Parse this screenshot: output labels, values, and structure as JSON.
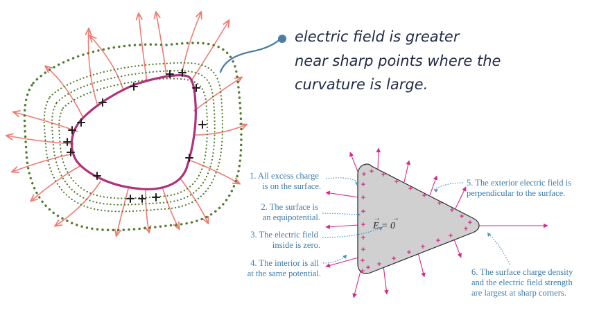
{
  "annotation": {
    "lines": [
      "electric field is greater",
      "near sharp points where the",
      "curvature is large."
    ]
  },
  "diagram": {
    "interior_label": "E = 0",
    "captions": [
      {
        "id": "c1",
        "lines": [
          "1. All excess charge",
          "is on the surface."
        ]
      },
      {
        "id": "c2",
        "lines": [
          "2. The surface is",
          "an equipotential."
        ]
      },
      {
        "id": "c3",
        "lines": [
          "3. The electric field",
          "inside is zero."
        ]
      },
      {
        "id": "c4",
        "lines": [
          "4. The interior is all",
          "at the same potential."
        ]
      },
      {
        "id": "c5",
        "lines": [
          "5. The exterior electric field is",
          "perpendicular to the surface."
        ]
      },
      {
        "id": "c6",
        "lines": [
          "6. The surface charge density",
          "and the electric field strength",
          "are largest at sharp corners."
        ]
      }
    ]
  },
  "colors": {
    "conductor_outline": "#b0327a",
    "field_lines_sketch": "#f07a70",
    "equipotentials": "#4e7a2a",
    "charges_sketch": "#1e1e1e",
    "annotation_pointer": "#4a7fa3",
    "textbook_fill": "#d0d0d0",
    "textbook_field": "#d8288a",
    "textbook_caption": "#3d7ba8"
  }
}
